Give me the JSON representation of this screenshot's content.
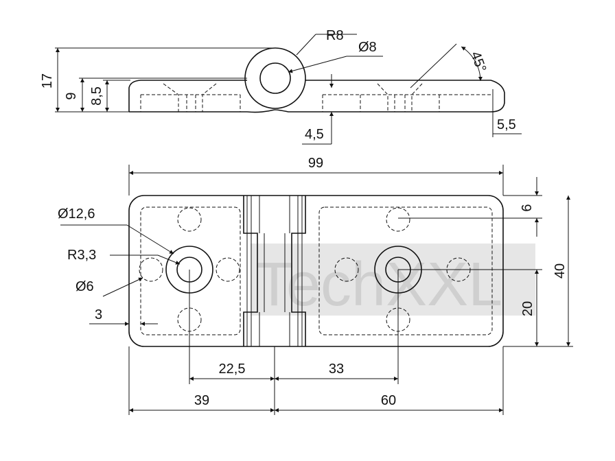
{
  "watermark": {
    "text": "TechXXL",
    "color": "#cfcfcf"
  },
  "side_view": {
    "total_height": "17",
    "hinge_center_height": "9",
    "plate_height": "8,5",
    "knuckle_radius": "R8",
    "pin_diameter": "Ø8",
    "chamfer_angle": "45°",
    "leaf_thickness": "4,5",
    "edge_height": "5,5"
  },
  "top_view": {
    "overall_length": "99",
    "hole_offset_top": "6",
    "overall_width": "40",
    "half_width": "20",
    "counterbore_diameter": "Ø12,6",
    "bore_radius": "R3,3",
    "small_hole_diameter": "Ø6",
    "edge_margin": "3",
    "left_hole_to_axis": "22,5",
    "right_hole_to_axis": "33",
    "left_leaf_length": "39",
    "right_leaf_length": "60"
  }
}
